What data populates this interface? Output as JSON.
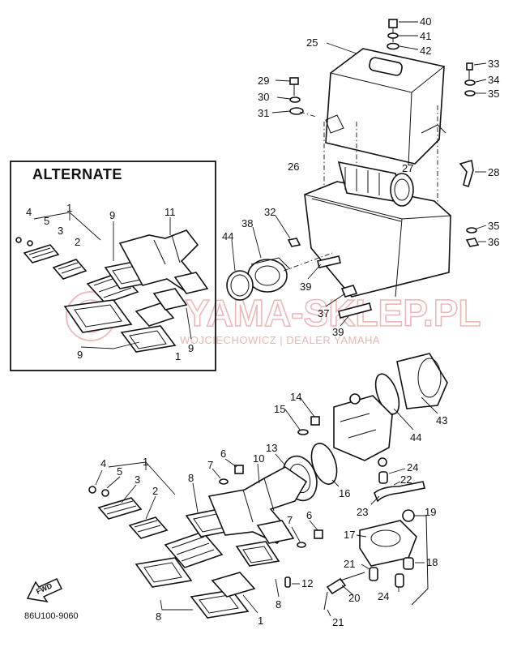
{
  "diagram": {
    "alternate_title": "ALTERNATE",
    "drawing_code": "86U100-9060",
    "fwd_label": "FWD",
    "watermark": "YAMA-SKLEP.PL",
    "watermark_sub": "WOJCIECHOWICZ | DEALER YAMAHA",
    "callouts": {
      "c40": "40",
      "c41": "41",
      "c42": "42",
      "c25": "25",
      "c33": "33",
      "c34": "34",
      "c35a": "35",
      "c29": "29",
      "c30": "30",
      "c31": "31",
      "c26": "26",
      "c27": "27",
      "c28": "28",
      "c32": "32",
      "c38": "38",
      "c44a": "44",
      "c35b": "35",
      "c36": "36",
      "c39a": "39",
      "c37": "37",
      "c39b": "39",
      "a4": "4",
      "a5": "5",
      "a3": "3",
      "a1": "1",
      "a2": "2",
      "a9a": "9",
      "a11": "11",
      "a9b": "9",
      "a1b": "1",
      "a9c": "9",
      "c14": "14",
      "c15": "15",
      "c43": "43",
      "c44b": "44",
      "c13": "13",
      "c16": "16",
      "c24a": "24",
      "c22": "22",
      "c23": "23",
      "c19": "19",
      "c17": "17",
      "c18": "18",
      "c21a": "21",
      "c20": "20",
      "c24b": "24",
      "c21b": "21",
      "b4": "4",
      "b5": "5",
      "b3": "3",
      "b1": "1",
      "b2": "2",
      "b8a": "8",
      "b7a": "7",
      "b6a": "6",
      "b10": "10",
      "b7b": "7",
      "b6b": "6",
      "b12": "12",
      "b8b": "8",
      "b8c": "8",
      "b1b": "1"
    }
  }
}
